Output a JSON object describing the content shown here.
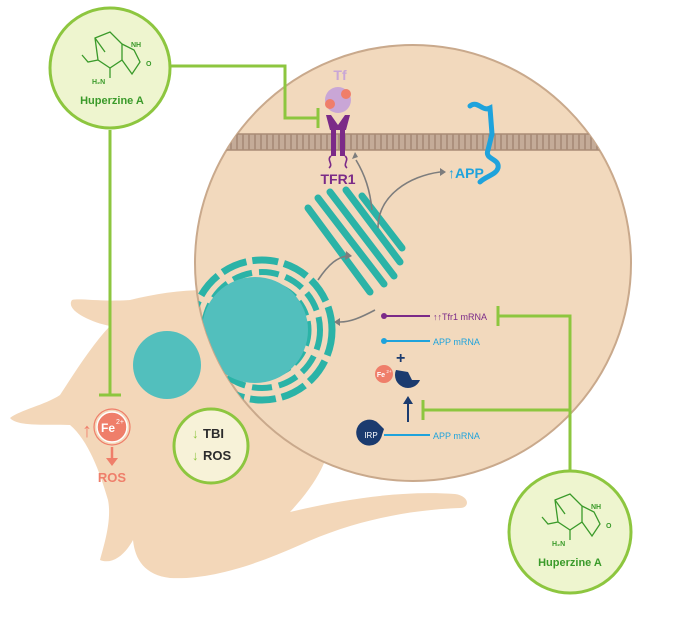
{
  "labels": {
    "tf": "Tf",
    "tfr1": "TFR1",
    "app": "↑APP",
    "tfr1_mrna": "↑↑Tfr1 mRNA",
    "app_mrna_1": "APP mRNA",
    "app_mrna_2": "APP mRNA",
    "irp": "IRP",
    "fe_cell": "Fe",
    "fe_cell_charge": "2+",
    "fe_zoom": "Fe",
    "fe_zoom_charge": "2+",
    "ros": "ROS",
    "tbi": "TBI",
    "ros_down": "ROS",
    "plus": "+",
    "up_arrow": "↑",
    "down_arrow_1": "↓",
    "down_arrow_2": "↓",
    "down_arrow_3": "↓"
  },
  "huperzine_top": {
    "name": "Huperzine A",
    "nh": "NH",
    "nh2": "H₂N",
    "o": "O"
  },
  "huperzine_bottom": {
    "name": "Huperzine A",
    "nh": "NH",
    "nh2": "H₂N",
    "o": "O"
  },
  "colors": {
    "green": "#8dc63f",
    "green_fill": "#eef5cf",
    "teal": "#2bb3a7",
    "cell": "#f3d7b9",
    "zoom_fill": "#f2d9bd",
    "membrane": "#b09480",
    "purple": "#7b2a88",
    "lilac": "#c9a6d6",
    "blue": "#1fa3dc",
    "navy": "#1b3b6f",
    "salmon": "#ef7e6a"
  }
}
